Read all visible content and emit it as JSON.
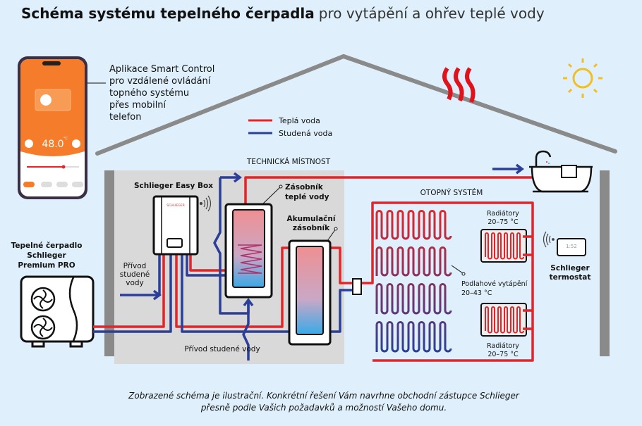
{
  "title": {
    "bold": "Schéma systému tepelného čerpadla",
    "regular": "pro vytápění a ohřev teplé vody"
  },
  "legend": {
    "hot": "Teplá voda",
    "cold": "Studená voda"
  },
  "colors": {
    "hot": "#e0262b",
    "cold": "#2b3f99",
    "background": "#dff0fc",
    "room": "#d9d9d9",
    "wall": "#8a8a8a",
    "sun": "#f0c020",
    "app": "#f57c2a"
  },
  "phone": {
    "temperature": "48.0",
    "unit": "°C"
  },
  "app_caption": [
    "Aplikace Smart Control",
    "pro vzdálené ovládání",
    "topného systému",
    "přes mobilní",
    "telefon"
  ],
  "technical_room": "TECHNICKÁ MÍSTNOST",
  "heat_pump": [
    "Tepelné čerpadlo",
    "Schlieger",
    "Premium PRO"
  ],
  "easy_box": {
    "label": "Schlieger Easy Box",
    "brand": "SCHLIEGER"
  },
  "cold_inlet_left": [
    "Přívod",
    "studené",
    "vody"
  ],
  "cold_inlet_bottom": "Přívod studené vody",
  "dhw_tank": [
    "Zásobník",
    "teplé vody"
  ],
  "buffer_tank": [
    "Akumulační",
    "zásobník"
  ],
  "heating_system": "OTOPNÝ SYSTÉM",
  "radiator_top": [
    "Radiátory",
    "20–75 °C"
  ],
  "radiator_bottom": [
    "Radiátory",
    "20–75 °C"
  ],
  "floor_heating": [
    "Podlahové vytápění",
    "20–43 °C"
  ],
  "thermostat": {
    "display": "1:52",
    "label": [
      "Schlieger",
      "termostat"
    ]
  },
  "footer": [
    "Zobrazené schéma je ilustrační. Konkrétní řešení Vám navrhne obchodní zástupce Schlieger",
    "přesně podle Vašich požadavků a možností Vašeho domu."
  ]
}
